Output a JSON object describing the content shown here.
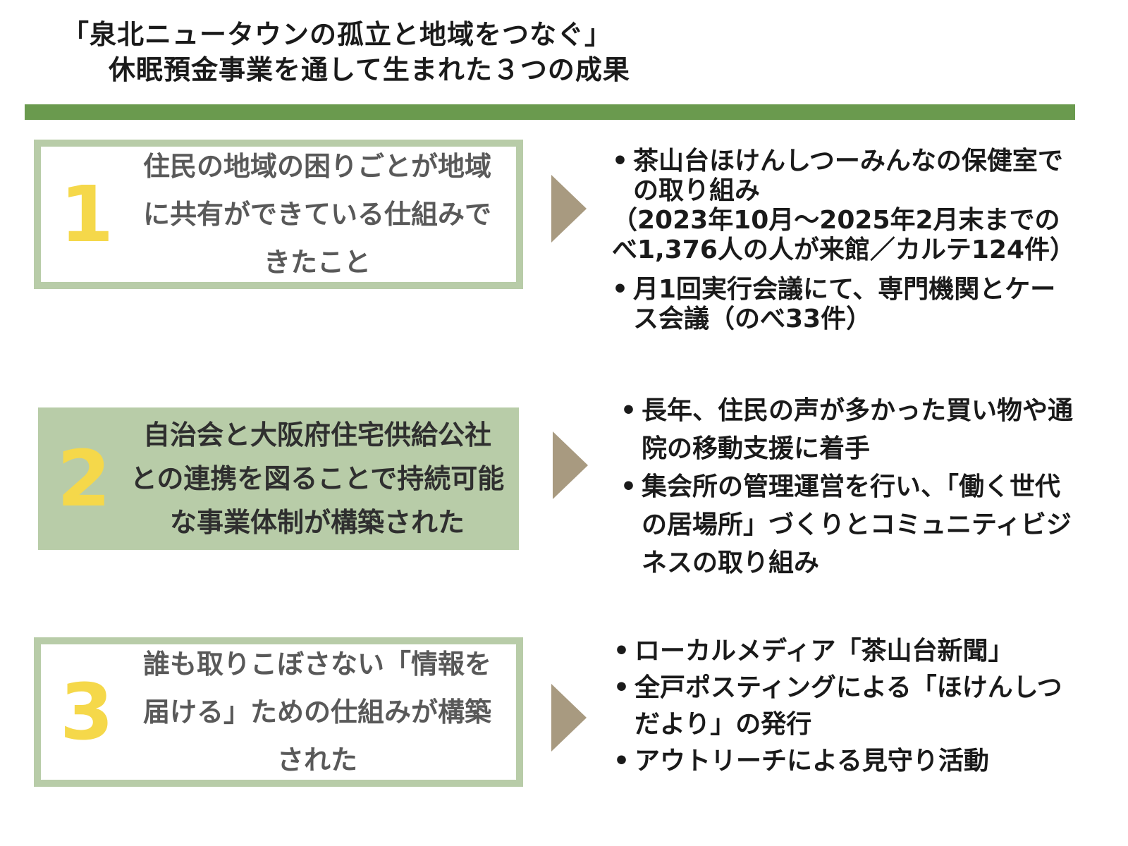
{
  "title": {
    "line1": "「泉北ニュータウンの孤立と地域をつなぐ」",
    "line2": "休眠預金事業を通して生まれた３つの成果"
  },
  "colors": {
    "accent_green": "#6a9a4e",
    "box_green": "#b8cca8",
    "number_yellow": "#f5d84a",
    "arrow": "#a89a80"
  },
  "outcomes": [
    {
      "number": "1",
      "text": "住民の地域の困りごとが地域に共有ができている仕組みできたこと",
      "bullets": [
        {
          "main": "茶山台ほけんしつーみんなの保健室での取り組み",
          "detail": "（2023年10月～2025年2月末までのべ1,376人の人が来館／カルテ124件）"
        },
        {
          "main": "月1回実行会議にて、専門機関とケース会議（のべ33件）",
          "detail": ""
        }
      ]
    },
    {
      "number": "2",
      "text": "自治会と大阪府住宅供給公社との連携を図ることで持続可能な事業体制が構築された",
      "bullets": [
        {
          "main": "長年、住民の声が多かった買い物や通院の移動支援に着手"
        },
        {
          "main": "集会所の管理運営を行い、「働く世代の居場所」づくりとコミュニティビジネスの取り組み"
        }
      ]
    },
    {
      "number": "3",
      "text": "誰も取りこぼさない「情報を届ける」ための仕組みが構築された",
      "bullets": [
        {
          "main": "ローカルメディア「茶山台新聞」"
        },
        {
          "main": "全戸ポスティングによる「ほけんしつだより」の発行"
        },
        {
          "main": "アウトリーチによる見守り活動"
        }
      ]
    }
  ]
}
